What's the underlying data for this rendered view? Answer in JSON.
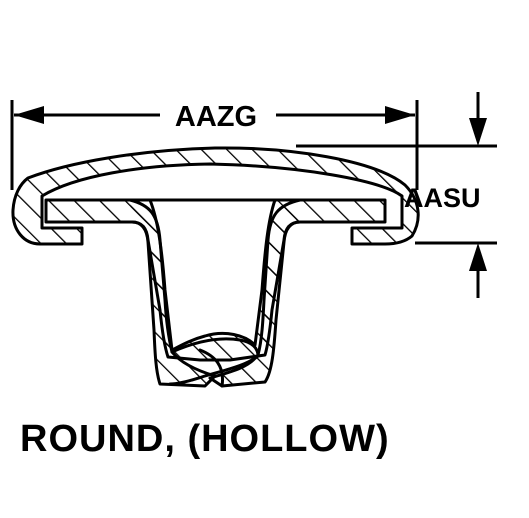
{
  "dimensions": {
    "width_label": "AAZG",
    "height_label": "AASU"
  },
  "caption": "ROUND, (HOLLOW)",
  "colors": {
    "ink": "#000000",
    "background": "#ffffff"
  }
}
